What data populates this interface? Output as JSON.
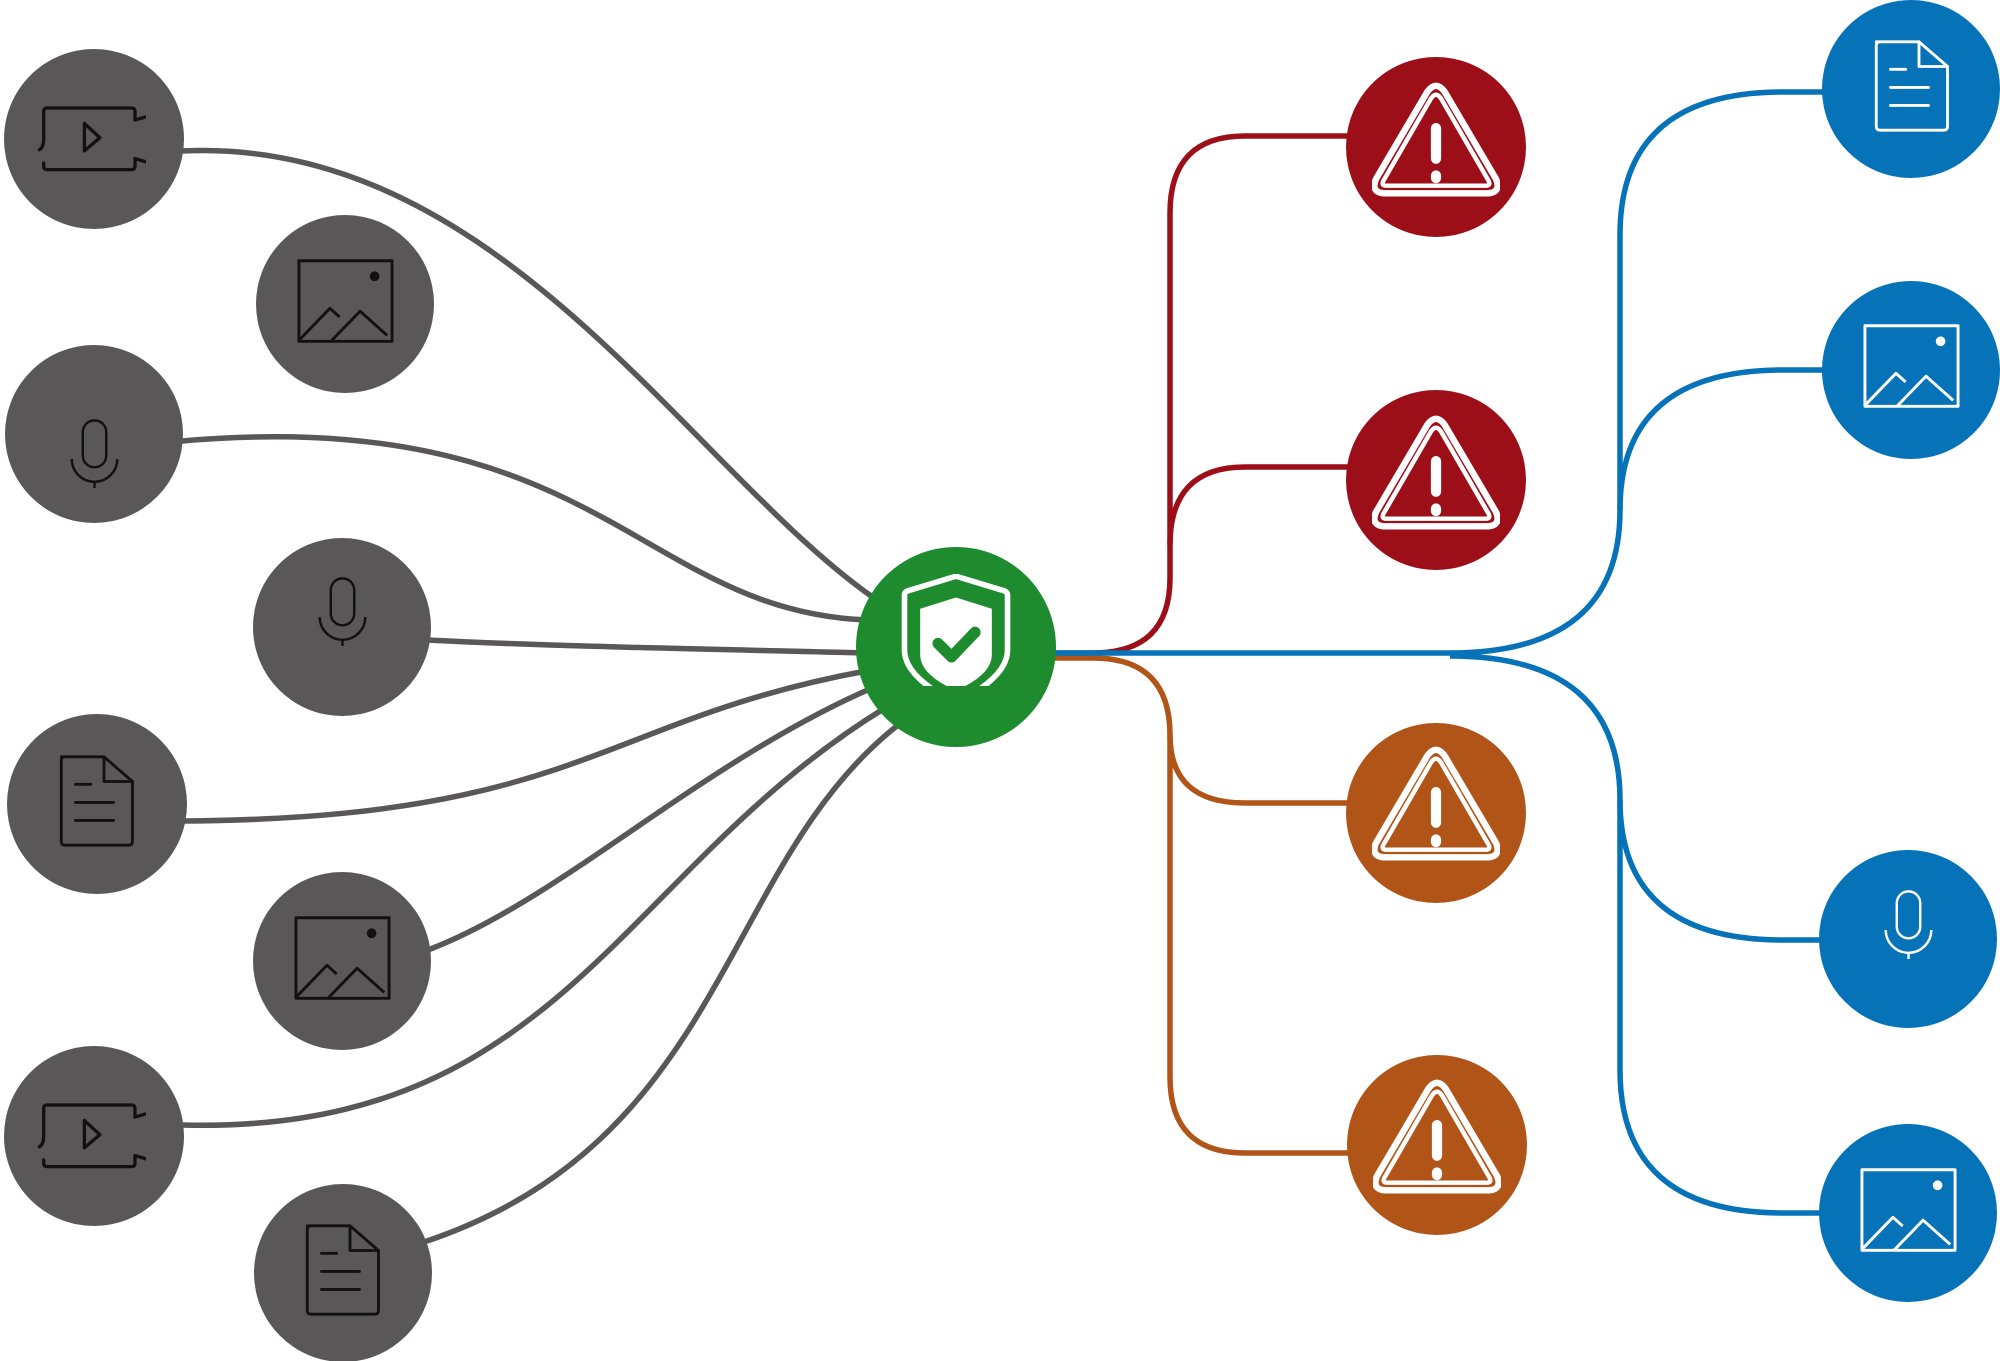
{
  "colors": {
    "input_node": "#595758",
    "input_link": "#595758",
    "hub": "#1e8b2e",
    "alert_red": "#9c0f19",
    "alert_orange": "#b05418",
    "output_blue": "#0672b8",
    "icon_dark": "#111111",
    "icon_light": "#ffffff"
  },
  "inputs": [
    {
      "id": "input-video-1",
      "icon": "video-camera-icon"
    },
    {
      "id": "input-image-1",
      "icon": "image-icon"
    },
    {
      "id": "input-audio-1",
      "icon": "microphone-icon"
    },
    {
      "id": "input-audio-2",
      "icon": "microphone-icon"
    },
    {
      "id": "input-document-1",
      "icon": "document-icon"
    },
    {
      "id": "input-image-2",
      "icon": "image-icon"
    },
    {
      "id": "input-video-2",
      "icon": "video-camera-icon"
    },
    {
      "id": "input-document-2",
      "icon": "document-icon"
    }
  ],
  "hub": {
    "id": "security-hub",
    "icon": "shield-check-icon"
  },
  "alerts": [
    {
      "id": "alert-red-1",
      "icon": "warning-icon",
      "group": "red"
    },
    {
      "id": "alert-red-2",
      "icon": "warning-icon",
      "group": "red"
    },
    {
      "id": "alert-orange-1",
      "icon": "warning-icon",
      "group": "orange"
    },
    {
      "id": "alert-orange-2",
      "icon": "warning-icon",
      "group": "orange"
    }
  ],
  "outputs": [
    {
      "id": "output-document",
      "icon": "document-icon"
    },
    {
      "id": "output-image-1",
      "icon": "image-icon"
    },
    {
      "id": "output-audio",
      "icon": "microphone-icon"
    },
    {
      "id": "output-image-2",
      "icon": "image-icon"
    }
  ]
}
